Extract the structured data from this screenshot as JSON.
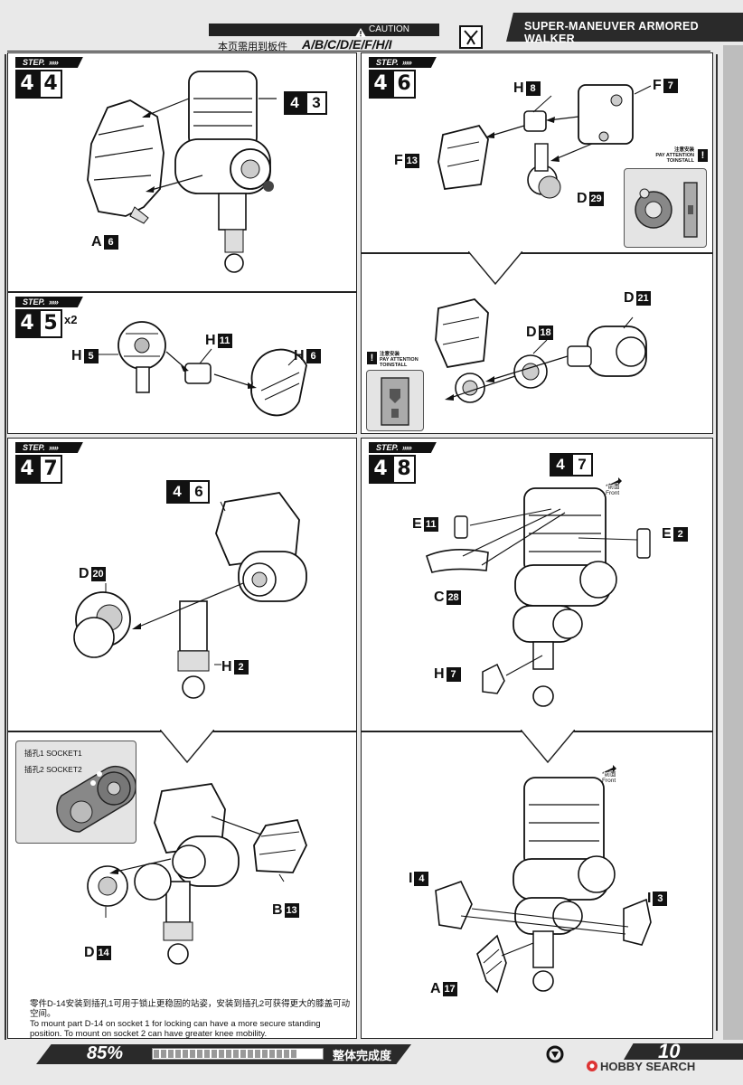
{
  "header": {
    "caution_label": "CAUTION",
    "parts_note": "本页需用到板件",
    "parts_letters": "A/B/C/D/E/F/H/I",
    "series_title": "SUPER-MANEUVER ARMORED WALKER"
  },
  "step_tag": "STEP.",
  "steps": {
    "s44": {
      "d1": "4",
      "d2": "4"
    },
    "s45": {
      "d1": "4",
      "d2": "5",
      "mult": "x2"
    },
    "s46": {
      "d1": "4",
      "d2": "6"
    },
    "s47": {
      "d1": "4",
      "d2": "7"
    },
    "s48": {
      "d1": "4",
      "d2": "8"
    }
  },
  "refs": {
    "r43": {
      "d1": "4",
      "d2": "3"
    },
    "r46": {
      "d1": "4",
      "d2": "6"
    },
    "r47": {
      "d1": "4",
      "d2": "7"
    }
  },
  "labels": {
    "a6": {
      "letter": "A",
      "num": "6"
    },
    "h5": {
      "letter": "H",
      "num": "5"
    },
    "h11": {
      "letter": "H",
      "num": "11"
    },
    "h6": {
      "letter": "H",
      "num": "6"
    },
    "h8": {
      "letter": "H",
      "num": "8"
    },
    "f7": {
      "letter": "F",
      "num": "7"
    },
    "f13": {
      "letter": "F",
      "num": "13"
    },
    "d29": {
      "letter": "D",
      "num": "29"
    },
    "d21": {
      "letter": "D",
      "num": "21"
    },
    "d18": {
      "letter": "D",
      "num": "18"
    },
    "d20": {
      "letter": "D",
      "num": "20"
    },
    "h2": {
      "letter": "H",
      "num": "2"
    },
    "e11": {
      "letter": "E",
      "num": "11"
    },
    "e2": {
      "letter": "E",
      "num": "2"
    },
    "c28": {
      "letter": "C",
      "num": "28"
    },
    "h7": {
      "letter": "H",
      "num": "7"
    },
    "b13": {
      "letter": "B",
      "num": "13"
    },
    "d14": {
      "letter": "D",
      "num": "14"
    },
    "i4": {
      "letter": "I",
      "num": "4"
    },
    "i3": {
      "letter": "I",
      "num": "3"
    },
    "a17": {
      "letter": "A",
      "num": "17"
    }
  },
  "attention": {
    "cn": "注意安装",
    "en1": "PAY ATTENTION",
    "en2": "TOINSTALL"
  },
  "front": {
    "cn": "*前面",
    "en": "Front"
  },
  "socket": {
    "s1": "插孔1 SOCKET1",
    "s2": "插孔2 SOCKET2"
  },
  "footnote": {
    "cn": "零件D-14安装到插孔1可用于锁止更稳固的站姿，安装到插孔2可获得更大的膝盖可动空间。",
    "en": "To mount part D-14 on socket 1 for locking can have a more secure standing position. To mount on socket 2 can have greater knee mobility."
  },
  "footer": {
    "progress_text": "85%",
    "progress_value": 0.85,
    "completion_label": "整体完成度",
    "page_number": "10",
    "watermark": "HOBBY SEARCH"
  }
}
